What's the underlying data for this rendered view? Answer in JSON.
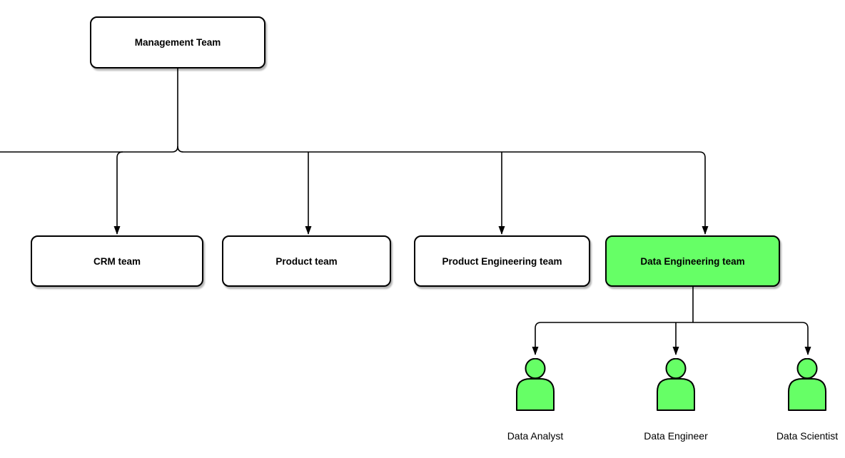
{
  "org_chart": {
    "root": {
      "label": "Management Team"
    },
    "teams": [
      {
        "label": "CRM team",
        "fill": "#FFFFFF"
      },
      {
        "label": "Product team",
        "fill": "#FFFFFF"
      },
      {
        "label": "Product Engineering team",
        "fill": "#FFFFFF"
      },
      {
        "label": "Data Engineering team",
        "fill": "#66FF66"
      }
    ],
    "data_engineering_members": [
      {
        "label": "Data Analyst",
        "icon": "person-icon"
      },
      {
        "label": "Data Engineer",
        "icon": "person-icon"
      },
      {
        "label": "Data Scientist",
        "icon": "person-icon"
      }
    ],
    "colors": {
      "background": "#FFFFFF",
      "node_fill": "#FFFFFF",
      "highlight": "#66FF66",
      "border": "#000000",
      "connector": "#000000"
    }
  }
}
